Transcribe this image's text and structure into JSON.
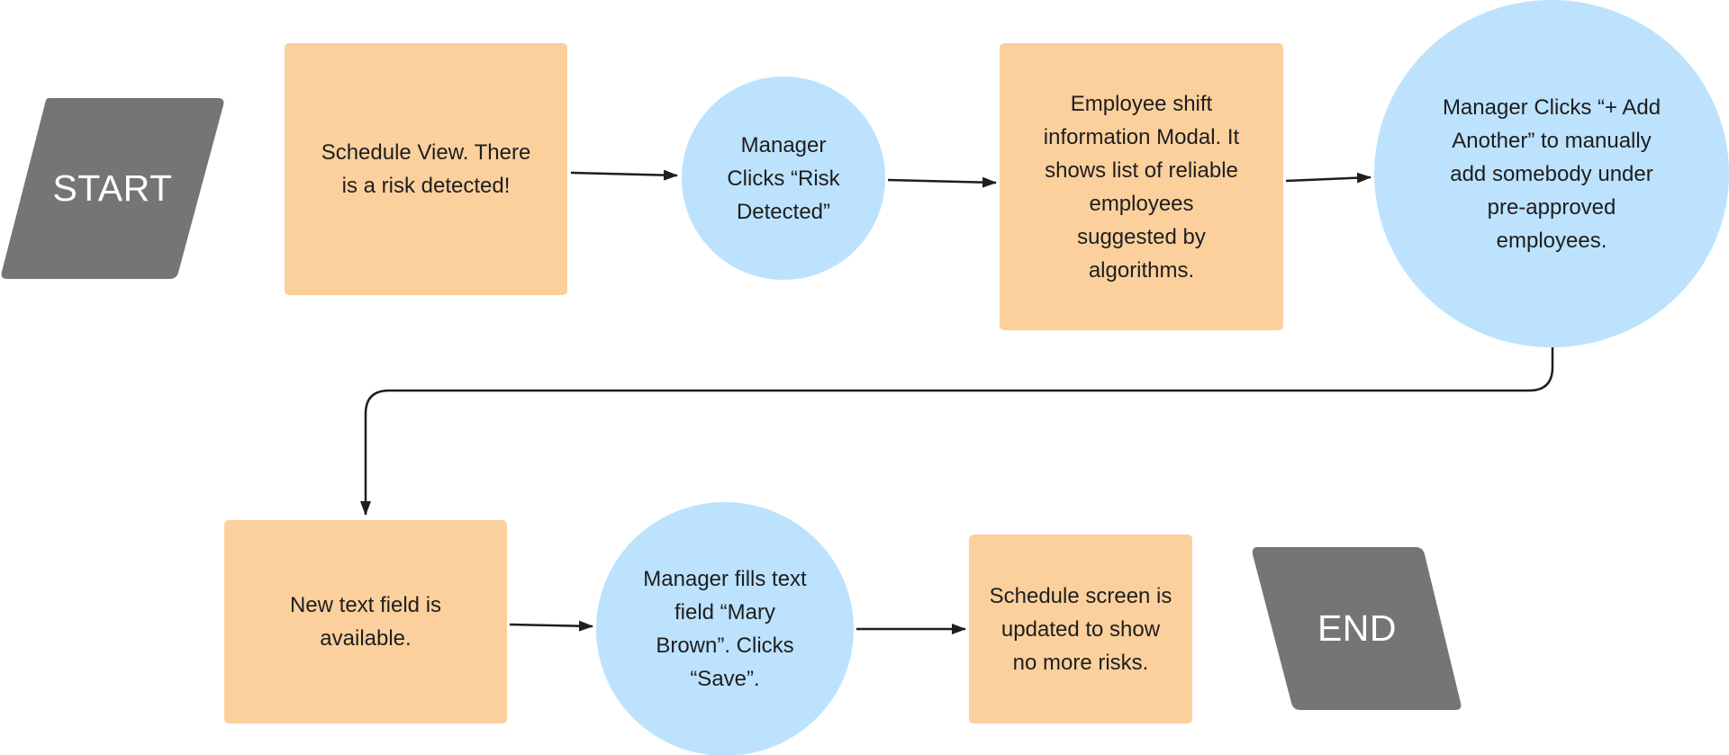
{
  "diagram": {
    "start": {
      "label": "START"
    },
    "end": {
      "label": "END"
    },
    "steps": [
      {
        "lines": [
          "Schedule View. There",
          "is a risk detected!"
        ]
      },
      {
        "lines": [
          "Manager",
          "Clicks “Risk",
          "Detected”"
        ]
      },
      {
        "lines": [
          "Employee shift",
          "information Modal. It",
          "shows list of reliable",
          "employees",
          "suggested by",
          "algorithms."
        ]
      },
      {
        "lines": [
          "Manager Clicks “+ Add",
          "Another” to manually",
          "add somebody under",
          "pre-approved",
          "employees."
        ]
      },
      {
        "lines": [
          "New text field is",
          "available."
        ]
      },
      {
        "lines": [
          "Manager fills text",
          "field “Mary",
          "Brown”. Clicks",
          "“Save”."
        ]
      },
      {
        "lines": [
          "Schedule screen is",
          "updated to show",
          "no more risks."
        ]
      }
    ],
    "colors": {
      "process_fill": "#fbd09d",
      "action_fill": "#bde2fd",
      "terminal_fill": "#757575",
      "terminal_text": "#ffffff",
      "text": "#1e1e1e",
      "connector": "#1e1e1e"
    }
  }
}
